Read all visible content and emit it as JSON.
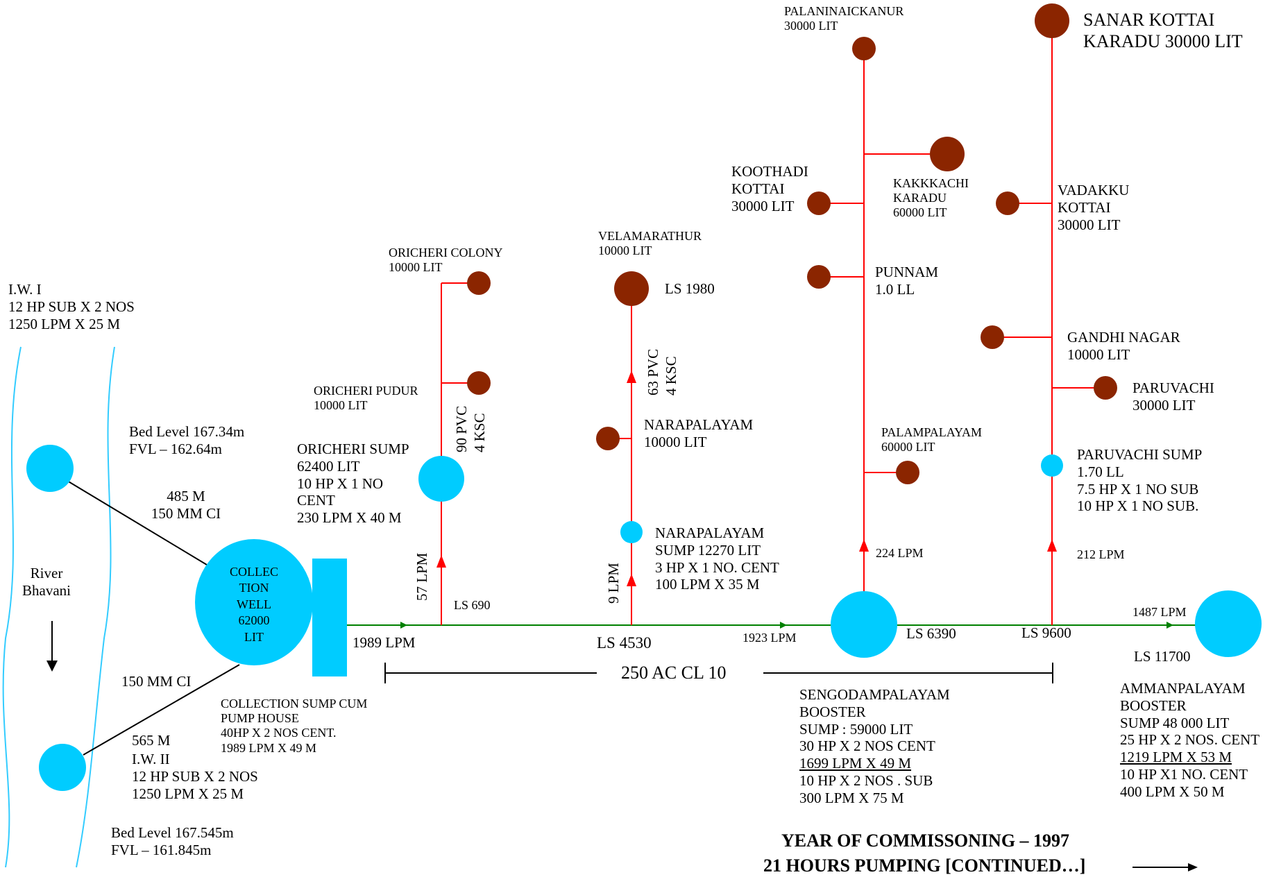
{
  "colors": {
    "pipe_main": "#008000",
    "pipe_branch": "#ff0000",
    "sump": "#00ccff",
    "tank": "#8b2500",
    "river": "#33ccff",
    "line": "#000000"
  },
  "iw1": {
    "title": "I.W. I",
    "pump": "12 HP SUB X 2 NOS",
    "flow": "1250 LPM X 25 M"
  },
  "iw1_levels": {
    "bed": "Bed Level  167.34m",
    "fvl": "FVL – 162.64m"
  },
  "pipe_iw1": {
    "length": "485 M",
    "size": "150 MM CI"
  },
  "river": {
    "line1": "River",
    "line2": "Bhavani"
  },
  "collection_well": {
    "l1": "COLLEC",
    "l2": "TION",
    "l3": "WELL",
    "l4": "62000",
    "l5": "LIT"
  },
  "collection_sump": {
    "l1": "COLLECTION  SUMP CUM",
    "l2": "PUMP HOUSE",
    "l3": "40HP X 2 NOS CENT.",
    "l4": "1989 LPM X 49 M"
  },
  "pipe_iw2": {
    "size": "150 MM CI",
    "length": "565 M"
  },
  "iw2": {
    "title": "I.W. II",
    "pump": "12 HP SUB X 2 NOS",
    "flow": "1250 LPM X 25 M"
  },
  "iw2_levels": {
    "bed": "Bed Level 167.545m",
    "fvl": "FVL – 161.845m"
  },
  "main_flows": {
    "f1": "1989 LPM",
    "f2": "1923 LPM",
    "f3": "1487 LPM"
  },
  "main_pipe": {
    "label": "250 AC CL 10"
  },
  "ls": {
    "ls690": "LS 690",
    "ls4530": "LS 4530",
    "ls6390": "LS 6390",
    "ls9600": "LS 9600",
    "ls11700": "LS 11700",
    "ls1980": "LS 1980"
  },
  "oricheri_sump": {
    "l1": "ORICHERI SUMP",
    "l2": "62400 LIT",
    "l3": "10 HP X 1 NO",
    "l4": "CENT",
    "l5": "230 LPM X 40 M"
  },
  "oricheri_branch": {
    "flow": "57 LPM",
    "pipe1": "90 PVC",
    "pipe2": "4 KSC"
  },
  "oricheri_colony": {
    "name": "ORICHERI COLONY",
    "cap": "10000 LIT"
  },
  "oricheri_pudur": {
    "name": "ORICHERI PUDUR",
    "cap": "10000 LIT"
  },
  "narapalayam_branch": {
    "flow": "9 LPM",
    "pipe1": "63 PVC",
    "pipe2": "4 KSC"
  },
  "narapalayam_sump": {
    "l1": "NARAPALAYAM",
    "l2": "SUMP 12270 LIT",
    "l3": "3 HP X 1 NO. CENT",
    "l4": "100 LPM X 35 M"
  },
  "narapalayam_tank": {
    "name": "NARAPALAYAM",
    "cap": "10000 LIT"
  },
  "velamarathur": {
    "name": "VELAMARATHUR",
    "cap": "10000 LIT"
  },
  "sengodampalayam_branch": {
    "flow": "224 LPM"
  },
  "palaninaickanur": {
    "name": "PALANINAICKANUR",
    "cap": "30000 LIT"
  },
  "koothadi": {
    "l1": "KOOTHADI",
    "l2": "KOTTAI",
    "l3": "30000 LIT"
  },
  "kakkkachi": {
    "l1": "KAKKKACHI",
    "l2": "KARADU",
    "l3": "60000 LIT"
  },
  "punnam": {
    "name": "PUNNAM",
    "cap": "1.0 LL"
  },
  "palampalayam": {
    "name": "PALAMPALAYAM",
    "cap": "60000 LIT"
  },
  "sengodampalayam": {
    "l1": "SENGODAMPALAYAM",
    "l2": "BOOSTER",
    "l3": "SUMP : 59000 LIT",
    "l4": "30 HP X 2 NOS    CENT",
    "l5": "1699 LPM X 49 M",
    "l6": "10 HP X 2 NOS . SUB",
    "l7": "300 LPM X 75 M"
  },
  "paruvachi_branch": {
    "flow": "212 LPM"
  },
  "sanar": {
    "l1": "SANAR KOTTAI",
    "l2": "KARADU 30000 LIT"
  },
  "vadakku": {
    "l1": "VADAKKU",
    "l2": "KOTTAI",
    "l3": "30000 LIT"
  },
  "gandhi": {
    "name": "GANDHI NAGAR",
    "cap": "10000 LIT"
  },
  "paruvachi": {
    "name": "PARUVACHI",
    "cap": "30000 LIT"
  },
  "paruvachi_sump": {
    "l1": "PARUVACHI SUMP",
    "l2": "1.70 LL",
    "l3": "7.5 HP X 1 NO SUB",
    "l4": "10 HP X 1 NO SUB."
  },
  "ammanpalayam": {
    "l1": "AMMANPALAYAM",
    "l2": "BOOSTER",
    "l3": "SUMP 48 000 LIT",
    "l4": "25 HP X 2 NOS. CENT",
    "l5": "1219 LPM X 53 M",
    "l6": "10 HP X1 NO. CENT",
    "l7": "400 LPM X 50 M"
  },
  "footer": {
    "line1": "YEAR OF COMMISSONING – 1997",
    "line2": "21 HOURS PUMPING [CONTINUED…]"
  }
}
